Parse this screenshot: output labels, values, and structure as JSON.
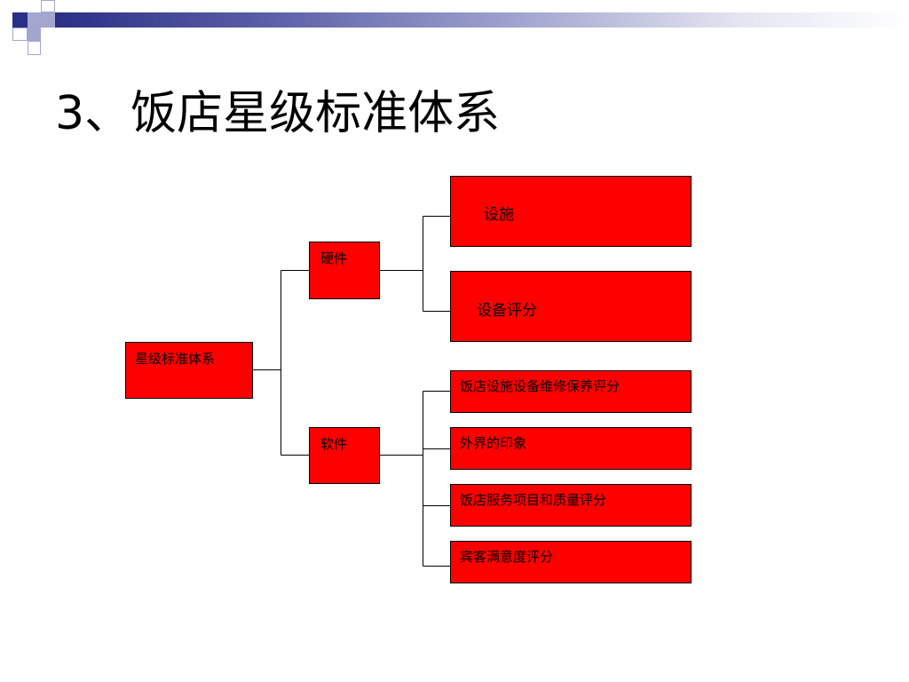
{
  "slide": {
    "title": "3、饭店星级标准体系"
  },
  "theme": {
    "box_fill": "#ff0000",
    "accent_dark": "#2b2f86",
    "accent_light": "#a3a6cf"
  },
  "diagram": {
    "root": "星级标准体系",
    "hardware": {
      "label": "硬件",
      "children": [
        "设施",
        "设备评分"
      ]
    },
    "software": {
      "label": "软件",
      "children": [
        "饭店设施设备维修保养评分",
        "外界的印象",
        "饭店服务项目和质量评分",
        "宾客满意度评分"
      ]
    }
  }
}
